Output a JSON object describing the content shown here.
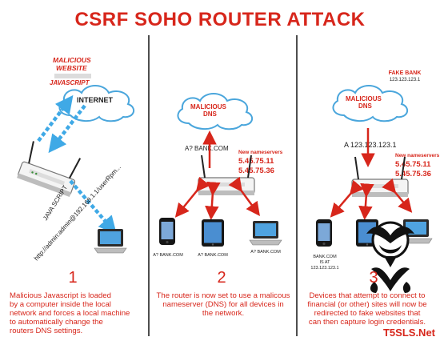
{
  "title": "CSRF SOHO ROUTER ATTACK",
  "colors": {
    "accent_red": "#d7261b",
    "arrow_blue": "#3fa9e6",
    "cloud_stroke": "#4aa6dc",
    "dark_text": "#1c1c1c",
    "divider": "#222222"
  },
  "panel1": {
    "malicious_website_label": "MALICIOUS WEBSITE",
    "javascript_label": "JAVASCRIPT",
    "cloud_label": "INTERNET",
    "javascript_arrow_label": "JAVA SCRIPT",
    "url_text": "http://admin:admin@192.168.1.1/userRpm...",
    "number": "1",
    "caption_lines": [
      "Malicious Javascript is loaded",
      "by a computer inside the local",
      "network and forces a local machine",
      "to automatically change the",
      "routers DNS settings."
    ]
  },
  "panel2": {
    "cloud_label": "MALICIOUS DNS",
    "dns_query": "A? BANK.COM",
    "nameservers_heading": "New nameservers",
    "nameservers": [
      "5.45.75.11",
      "5.45.75.36"
    ],
    "device_labels": [
      "A? BANK.COM",
      "A? BANK.COM",
      "A? BANK.COM"
    ],
    "number": "2",
    "caption_lines": [
      "The router is now set to use a malicous",
      "nameserver (DNS) for all devices in",
      "the network."
    ]
  },
  "panel3": {
    "fake_bank_label": "FAKE BANK",
    "fake_bank_ip": "123.123.123.1",
    "cloud_label": "MALICIOUS DNS",
    "dns_answer": "A 123.123.123.1",
    "nameservers_heading": "New nameservers",
    "nameservers": [
      "5.45.75.11",
      "5.45.75.36"
    ],
    "device_label": "BANK.COM IS AT 123.123.123.1",
    "number": "3",
    "caption_lines": [
      "Devices that attempt to connect to",
      "financial (or other) sites will now be",
      "redirected to fake websites that",
      "can then capture login credentials."
    ]
  },
  "watermark": "T5SLS.Net",
  "icons": [
    "router-icon",
    "laptop-icon",
    "cloud-icon",
    "smartphone-icon",
    "tablet-icon",
    "tribal-emblem-icon"
  ]
}
